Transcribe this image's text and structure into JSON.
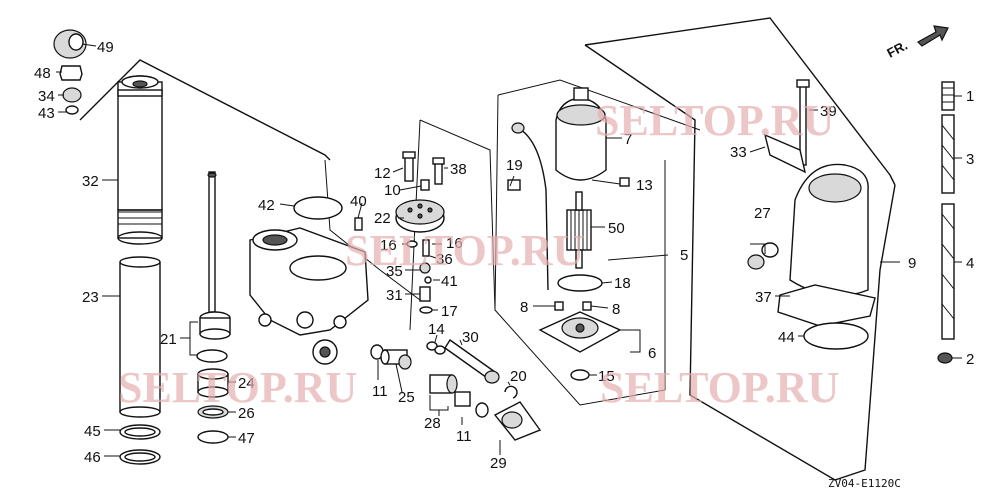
{
  "diagram": {
    "code": "ZV04-E1120C",
    "direction_label": "FR.",
    "watermarks": [
      "SELTOP.RU",
      "SELTOP.RU",
      "SELTOP.RU",
      "SELTOP.RU"
    ],
    "part_numbers": {
      "p1": "1",
      "p2": "2",
      "p3": "3",
      "p4": "4",
      "p5": "5",
      "p6": "6",
      "p7": "7",
      "p8a": "8",
      "p8b": "8",
      "p9": "9",
      "p10": "10",
      "p11a": "11",
      "p11b": "11",
      "p12": "12",
      "p13": "13",
      "p14": "14",
      "p15": "15",
      "p16a": "16",
      "p16b": "16",
      "p17": "17",
      "p18": "18",
      "p19": "19",
      "p20": "20",
      "p21": "21",
      "p22": "22",
      "p23": "23",
      "p24": "24",
      "p25": "25",
      "p26": "26",
      "p27": "27",
      "p28": "28",
      "p29": "29",
      "p30": "30",
      "p31": "31",
      "p32": "32",
      "p33": "33",
      "p34": "34",
      "p35": "35",
      "p36": "36",
      "p37": "37",
      "p38": "38",
      "p39": "39",
      "p40": "40",
      "p41": "41",
      "p42": "42",
      "p43": "43",
      "p44": "44",
      "p45": "45",
      "p46": "46",
      "p47": "47",
      "p48": "48",
      "p49": "49",
      "p50": "50"
    }
  }
}
